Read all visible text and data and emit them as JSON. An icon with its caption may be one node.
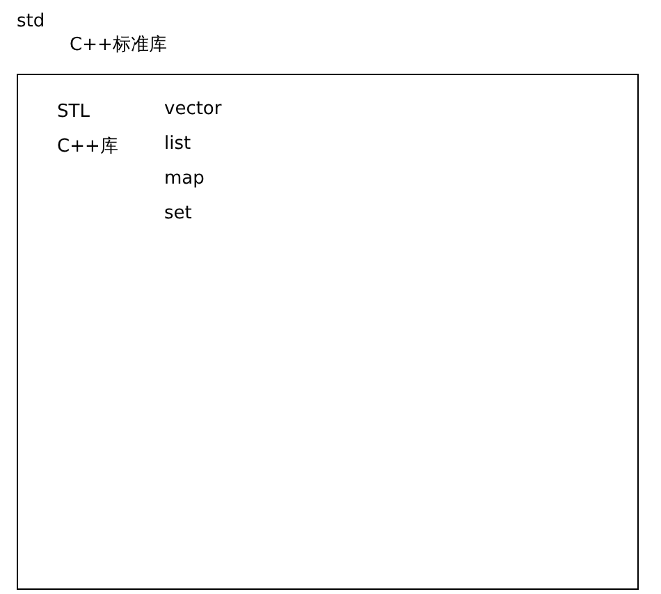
{
  "diagram": {
    "nodes": [
      {
        "text": [
          "STL",
          "C++库",
          "vector",
          "list",
          "map",
          "set"
        ],
        "beside": [
          "std",
          "C++标准库"
        ]
      }
    ]
  }
}
